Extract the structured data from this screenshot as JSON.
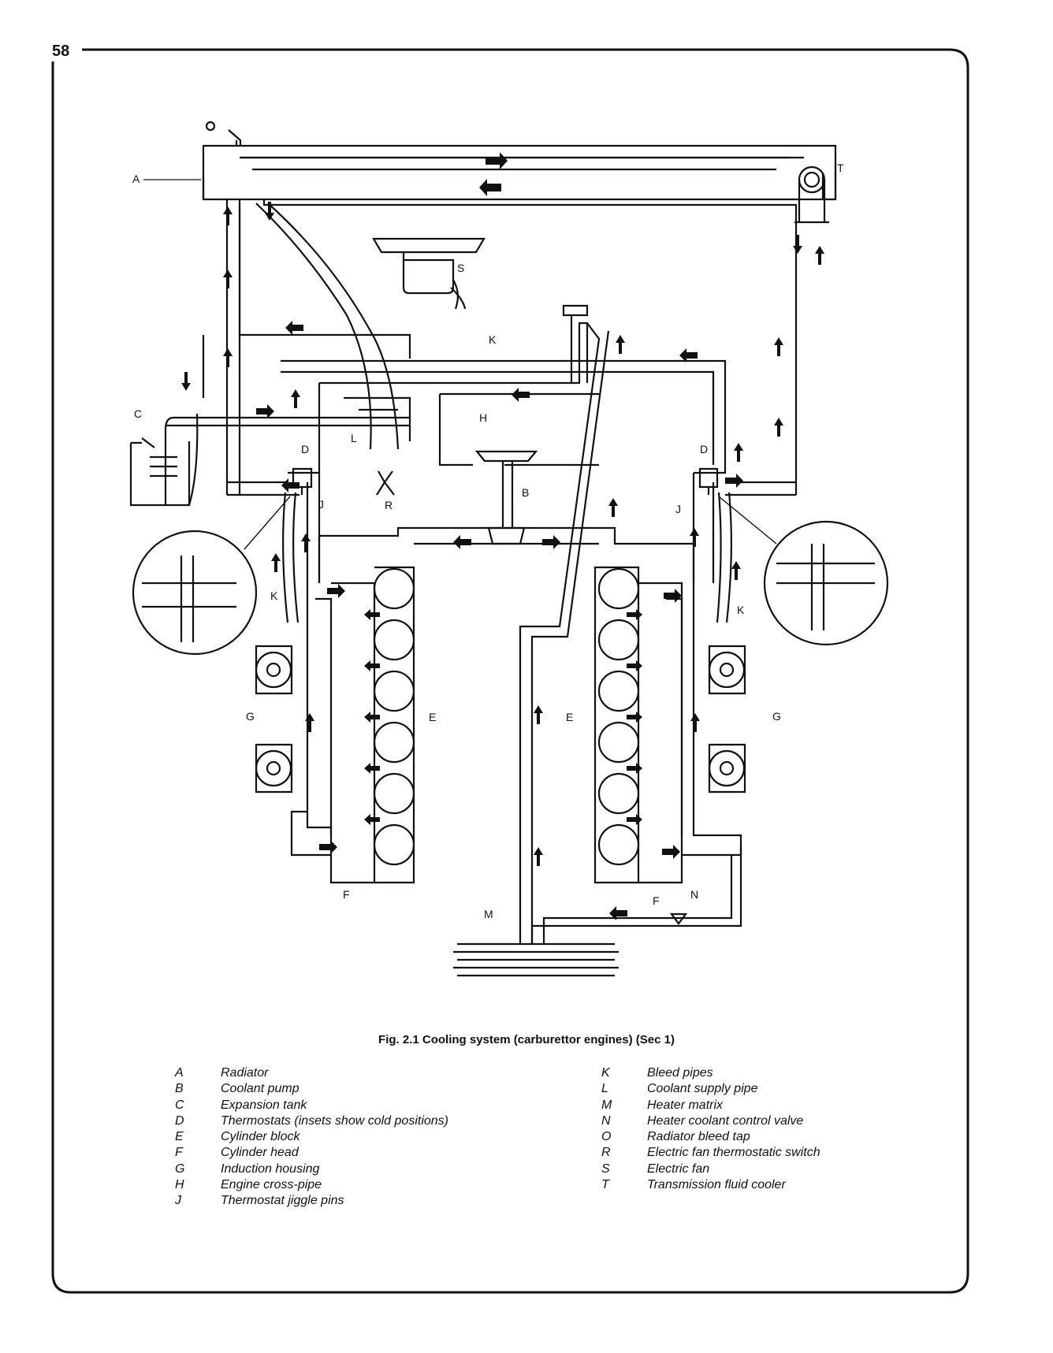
{
  "page_number": "58",
  "caption": "Fig. 2.1 Cooling system (carburettor engines) (Sec 1)",
  "labels": {
    "A": "A",
    "B": "B",
    "C": "C",
    "D": "D",
    "E": "E",
    "F": "F",
    "G": "G",
    "H": "H",
    "J": "J",
    "K": "K",
    "L": "L",
    "M": "M",
    "N": "N",
    "R": "R",
    "S": "S",
    "T": "T"
  },
  "legend_left": [
    {
      "key": "A",
      "text": "Radiator"
    },
    {
      "key": "B",
      "text": "Coolant pump"
    },
    {
      "key": "C",
      "text": "Expansion tank"
    },
    {
      "key": "D",
      "text": "Thermostats (insets show cold positions)"
    },
    {
      "key": "E",
      "text": "Cylinder block"
    },
    {
      "key": "F",
      "text": "Cylinder head"
    },
    {
      "key": "G",
      "text": "Induction housing"
    },
    {
      "key": "H",
      "text": "Engine cross-pipe"
    },
    {
      "key": "J",
      "text": "Thermostat jiggle pins"
    }
  ],
  "legend_right": [
    {
      "key": "K",
      "text": "Bleed pipes"
    },
    {
      "key": "L",
      "text": "Coolant supply pipe"
    },
    {
      "key": "M",
      "text": "Heater matrix"
    },
    {
      "key": "N",
      "text": "Heater coolant control valve"
    },
    {
      "key": "O",
      "text": "Radiator bleed tap"
    },
    {
      "key": "R",
      "text": "Electric fan thermostatic switch"
    },
    {
      "key": "S",
      "text": "Electric fan"
    },
    {
      "key": "T",
      "text": "Transmission fluid cooler"
    }
  ]
}
